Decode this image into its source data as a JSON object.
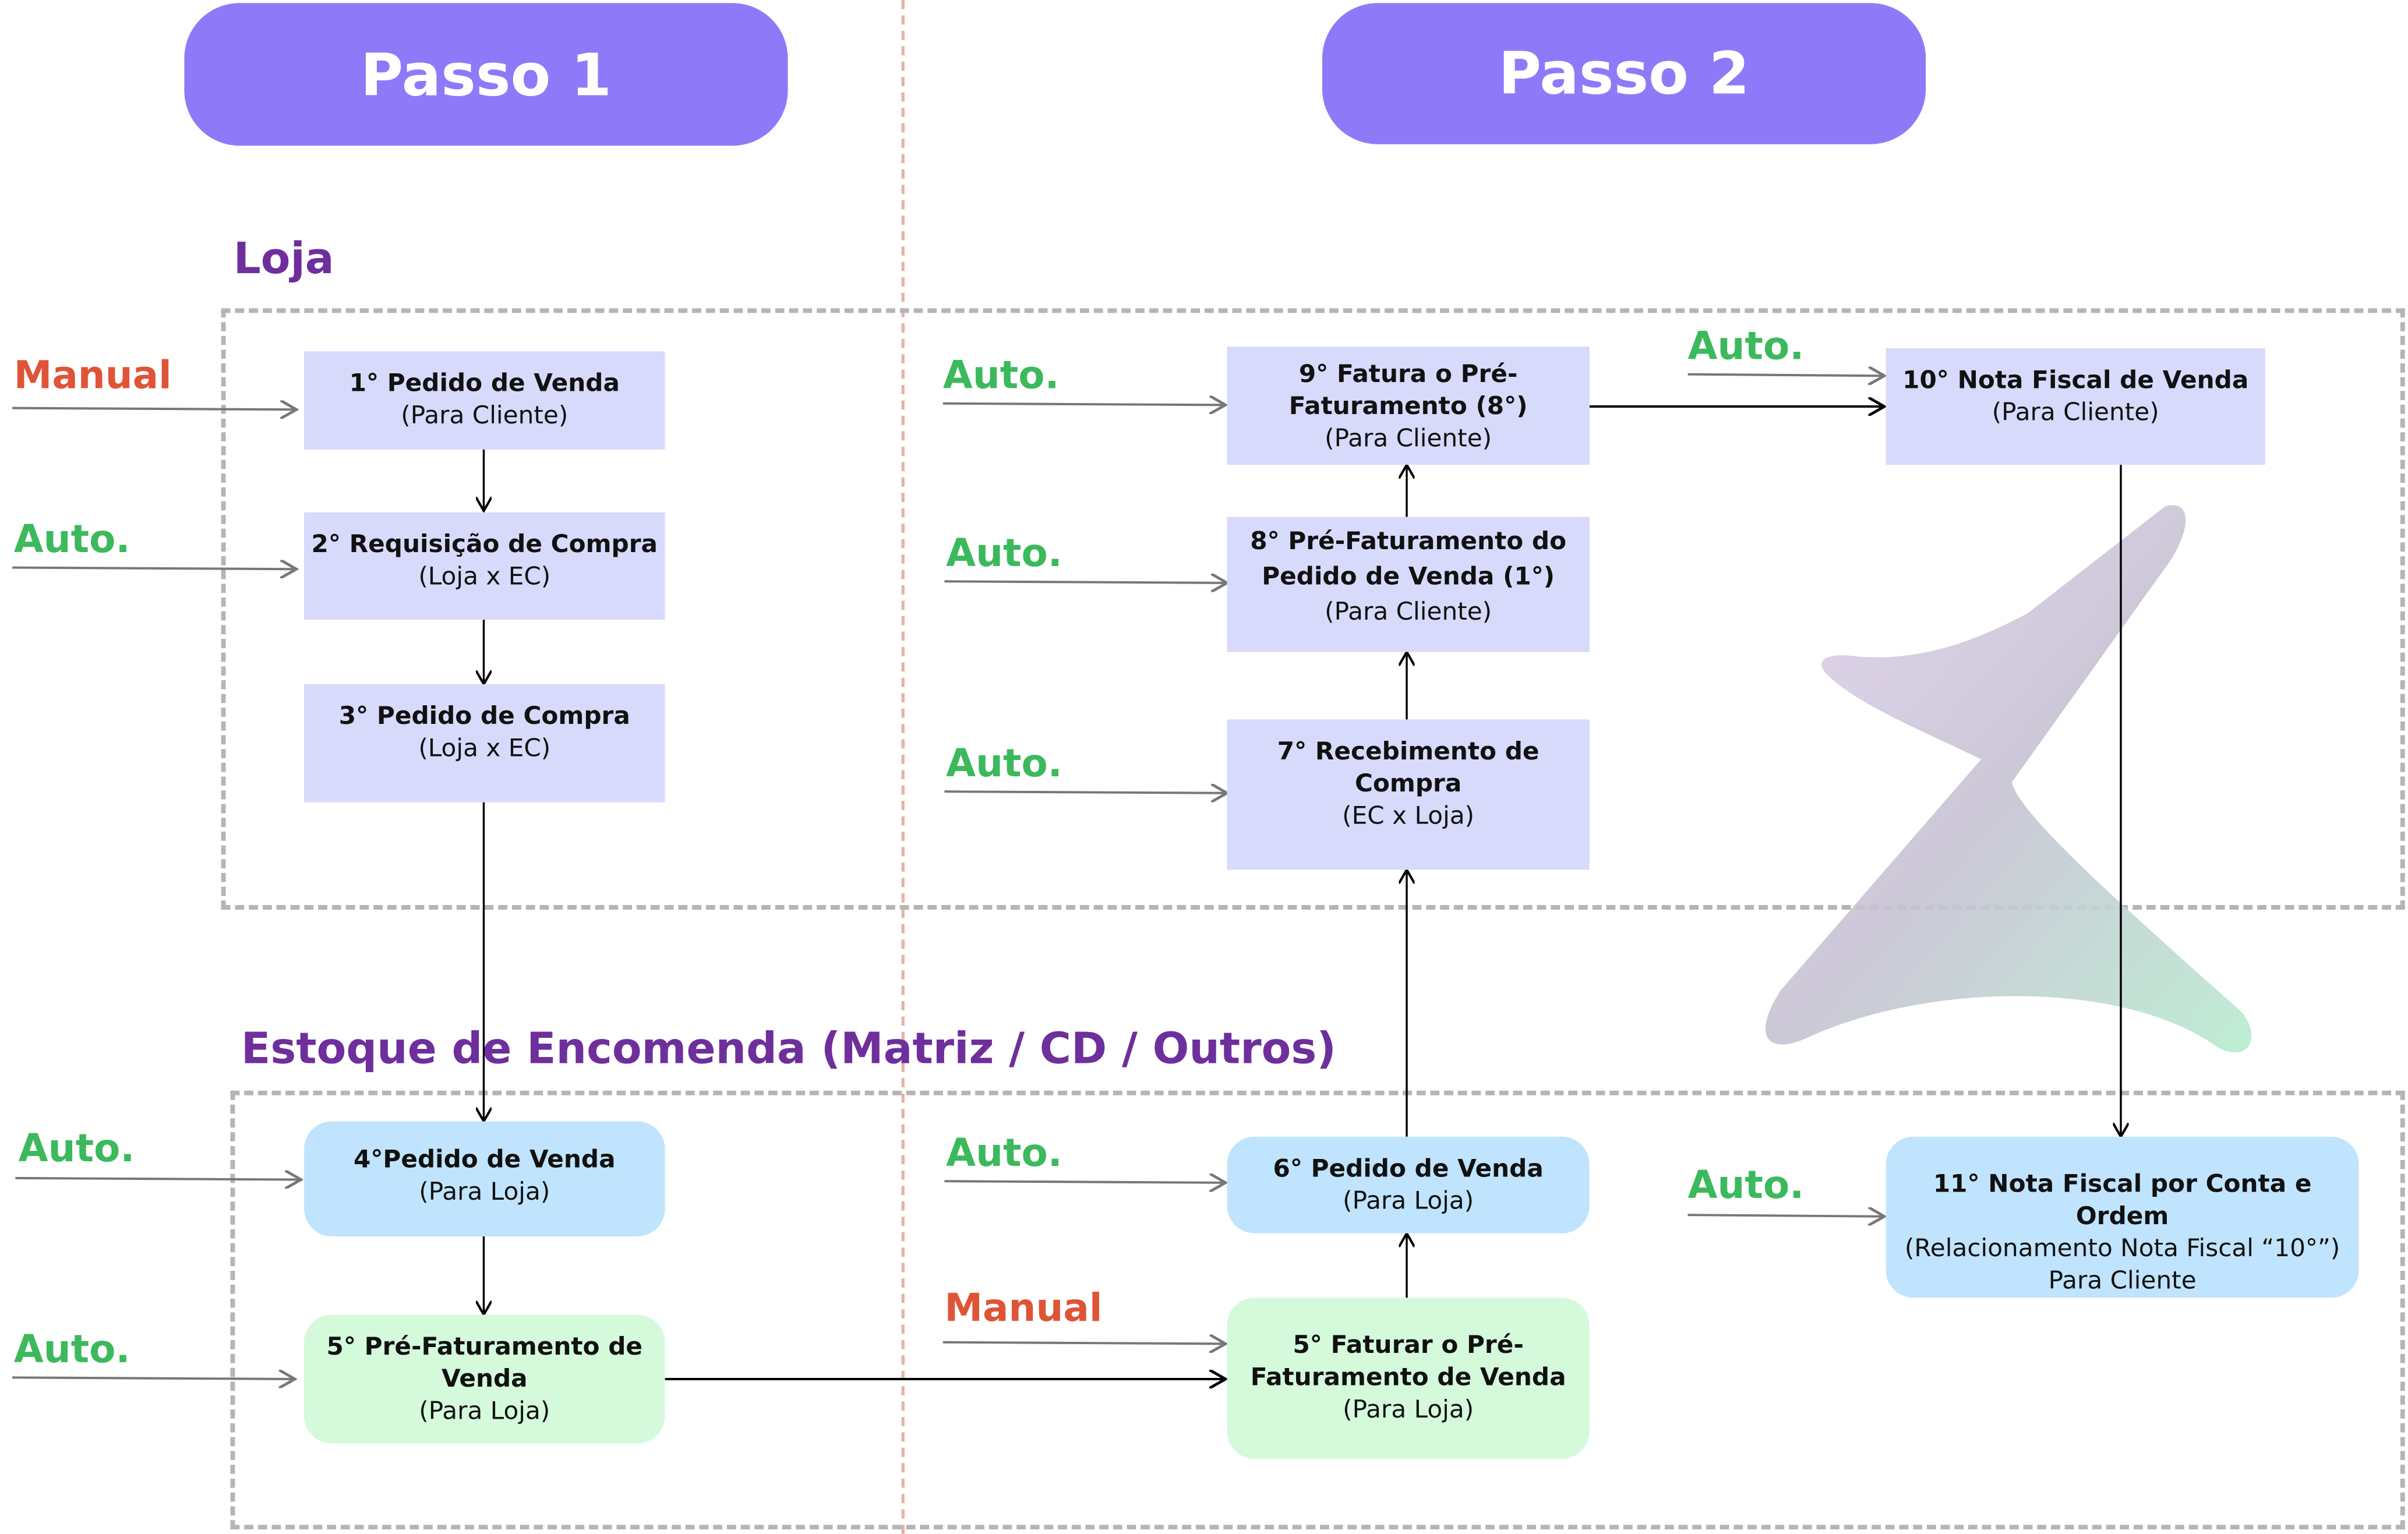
{
  "steps": {
    "step1": "Passo 1",
    "step2": "Passo 2"
  },
  "sections": {
    "loja": "Loja",
    "estoque": "Estoque de Encomenda (Matriz / CD / Outros)"
  },
  "colors": {
    "step_pill": "#8e7af8",
    "section_title": "#6e2f9c",
    "auto": "#3cb95c",
    "manual": "#df5437",
    "node_purple": "#d8dafc",
    "node_blue": "#c0e4fd",
    "node_green": "#d4fadb",
    "divider": "#eab0a4"
  },
  "trigger_labels": {
    "n1": "Manual",
    "n2": "Auto.",
    "n4": "Auto.",
    "n5a": "Auto.",
    "n9": "Auto.",
    "n8": "Auto.",
    "n7": "Auto.",
    "n6": "Auto.",
    "n5b": "Manual",
    "n10": "Auto.",
    "n11": "Auto."
  },
  "nodes": {
    "n1": {
      "title": "1° Pedido de Venda",
      "sub": "(Para Cliente)"
    },
    "n2": {
      "title": "2° Requisição de Compra",
      "sub": "(Loja x EC)"
    },
    "n3": {
      "title": "3° Pedido de Compra",
      "sub": "(Loja x EC)"
    },
    "n4": {
      "title": "4°Pedido de Venda",
      "sub": "(Para Loja)"
    },
    "n5a": {
      "title": "5° Pré-Faturamento de Venda",
      "sub": "(Para Loja)"
    },
    "n9": {
      "title": "9° Fatura o Pré-Faturamento (8°)",
      "sub": "(Para Cliente)"
    },
    "n8": {
      "title": "8° Pré-Faturamento do Pedido de Venda  (1°)",
      "sub": "(Para Cliente)"
    },
    "n7": {
      "title": "7° Recebimento de Compra",
      "sub": "(EC x Loja)"
    },
    "n6": {
      "title": "6° Pedido de Venda",
      "sub": "(Para Loja)"
    },
    "n5b": {
      "title": "5° Faturar o Pré-Faturamento de Venda",
      "sub": "(Para Loja)"
    },
    "n10": {
      "title": "10° Nota Fiscal de Venda",
      "sub": "(Para Cliente)"
    },
    "n11": {
      "title": "11° Nota Fiscal por Conta e Ordem",
      "sub": "(Relacionamento Nota Fiscal “10°”)",
      "sub2": "Para Cliente"
    }
  }
}
